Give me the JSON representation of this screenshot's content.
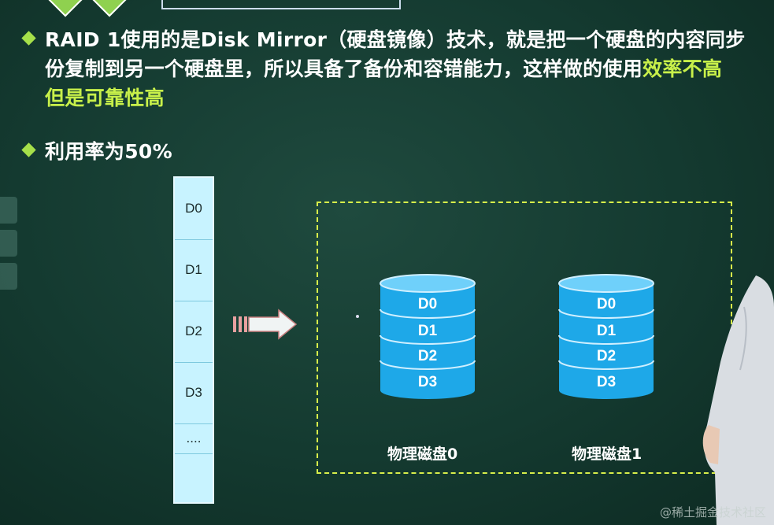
{
  "bullets": {
    "b1_part1": "RAID 1使用的是Disk Mirror（硬盘镜像）技术，就是把一个硬盘的内容同步",
    "b1_part2a": "份复制到另一个硬盘里，所以具备了备份和容错能力，这样做的使用",
    "b1_part2b": "效率不高",
    "b1_part3": "但是可靠性高",
    "b2": "利用率为50%"
  },
  "strip": {
    "cells": [
      "D0",
      "D1",
      "D2",
      "D3",
      "....",
      ""
    ]
  },
  "disks": [
    {
      "label": "物理磁盘0",
      "blocks": [
        "D0",
        "D1",
        "D2",
        "D3"
      ]
    },
    {
      "label": "物理磁盘1",
      "blocks": [
        "D0",
        "D1",
        "D2",
        "D3"
      ]
    }
  ],
  "watermark": "@稀土掘金技术社区",
  "colors": {
    "highlight": "#c8f04a",
    "dash": "#d7ee4a",
    "disk": "#1ea8e8"
  }
}
